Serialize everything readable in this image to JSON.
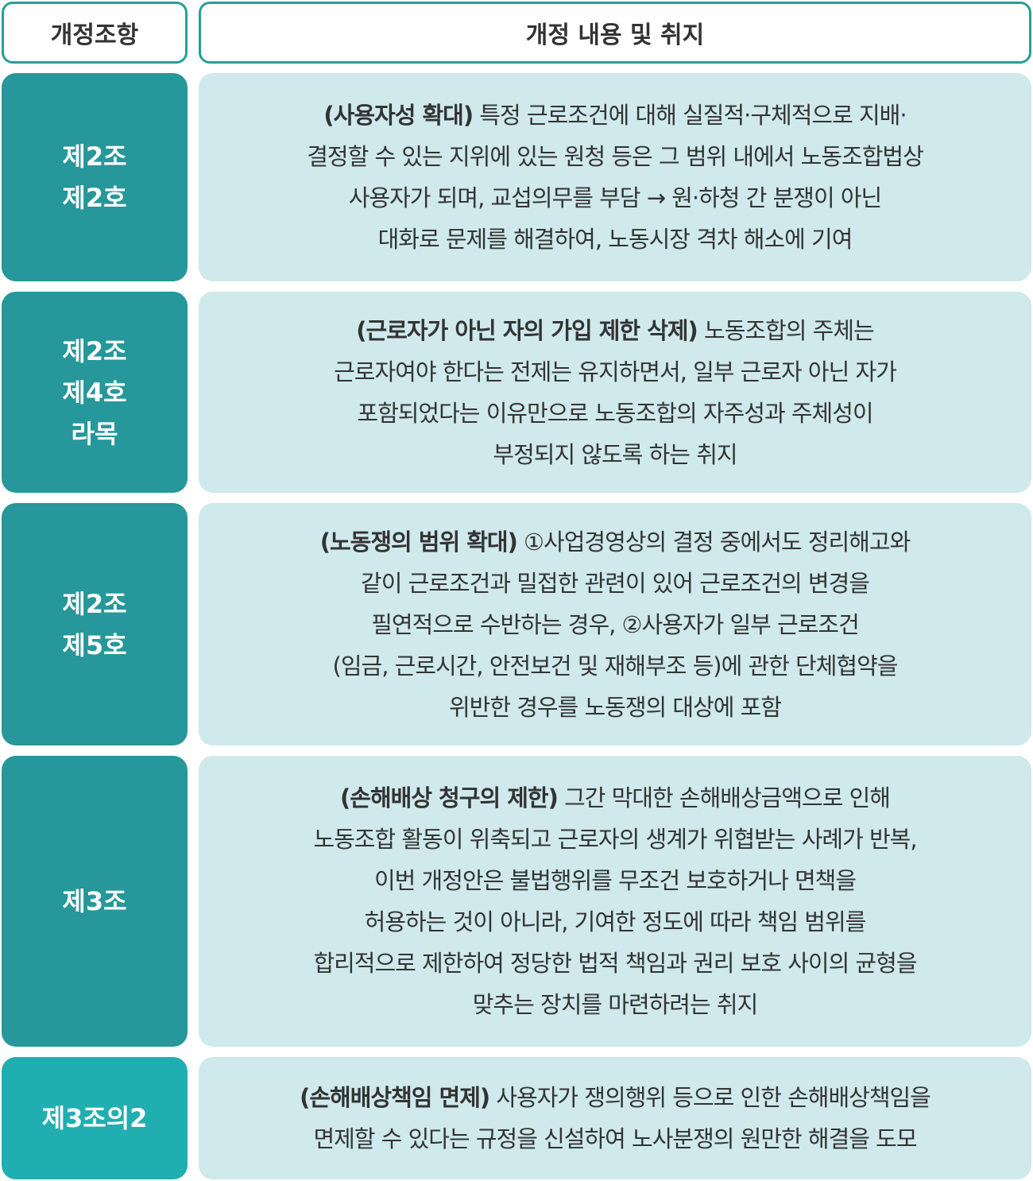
{
  "header": {
    "article": "개정조항",
    "content": "개정 내용 및 취지"
  },
  "rows": [
    {
      "article": [
        "제2조",
        "제2호"
      ],
      "bold": "(사용자성 확대)",
      "first": " 특정 근로조건에 대해 실질적·구체적으로 지배·",
      "lines": [
        "결정할 수 있는 지위에 있는 원청 등은 그 범위 내에서 노동조합법상",
        "사용자가 되며, 교섭의무를 부담 → 원·하청 간 분쟁이 아닌",
        "대화로 문제를 해결하여, 노동시장 격차 해소에 기여"
      ]
    },
    {
      "article": [
        "제2조",
        "제4호",
        "라목"
      ],
      "bold": "(근로자가 아닌 자의 가입 제한 삭제)",
      "first": " 노동조합의 주체는",
      "lines": [
        "근로자여야 한다는 전제는 유지하면서, 일부 근로자 아닌 자가",
        "포함되었다는 이유만으로 노동조합의 자주성과 주체성이",
        "부정되지 않도록 하는 취지"
      ]
    },
    {
      "article": [
        "제2조",
        "제5호"
      ],
      "bold": "(노동쟁의 범위 확대)",
      "first": " ①사업경영상의 결정 중에서도 정리해고와",
      "lines": [
        "같이 근로조건과 밀접한 관련이 있어 근로조건의 변경을",
        "필연적으로 수반하는 경우, ②사용자가 일부 근로조건",
        "(임금, 근로시간, 안전보건 및 재해부조 등)에 관한 단체협약을",
        "위반한 경우를 노동쟁의 대상에 포함"
      ]
    },
    {
      "article": [
        "제3조"
      ],
      "bold": "(손해배상 청구의 제한)",
      "first": " 그간 막대한 손해배상금액으로 인해",
      "lines": [
        "노동조합 활동이 위축되고 근로자의 생계가 위협받는 사례가 반복,",
        "이번 개정안은 불법행위를 무조건 보호하거나 면책을",
        "허용하는 것이 아니라, 기여한 정도에 따라 책임 범위를",
        "합리적으로 제한하여 정당한 법적 책임과 권리 보호 사이의 균형을",
        "맞추는 장치를 마련하려는 취지"
      ]
    },
    {
      "article": [
        "제3조의2"
      ],
      "bold": "(손해배상책임 면제)",
      "first": " 사용자가 쟁의행위 등으로 인한 손해배상책임을",
      "lines": [
        "면제할 수 있다는 규정을 신설하여 노사분쟁의 원만한 해결을 도모"
      ]
    }
  ]
}
